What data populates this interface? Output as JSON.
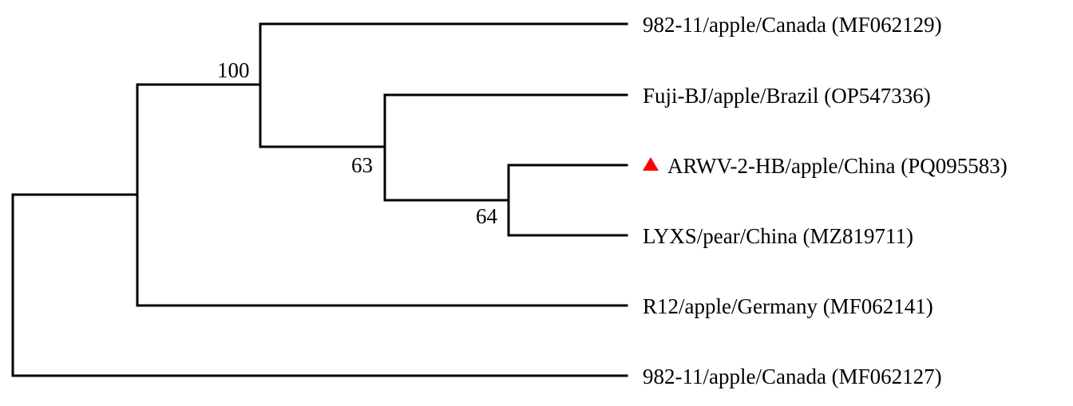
{
  "tree": {
    "taxa": [
      {
        "label": "982-11/apple/Canada (MF062129)"
      },
      {
        "label": "Fuji-BJ/apple/Brazil (OP547336)"
      },
      {
        "label": "ARWV-2-HB/apple/China (PQ095583)",
        "marker": "red-triangle-icon"
      },
      {
        "label": "LYXS/pear/China (MZ819711)"
      },
      {
        "label": "R12/apple/Germany (MF062141)"
      },
      {
        "label": "982-11/apple/Canada (MF062127)"
      }
    ],
    "bootstrap_values": {
      "node_canada_clade": "100",
      "node_fuji_clade": "63",
      "node_china_clade": "64"
    },
    "marker_color": "#ff0000"
  }
}
